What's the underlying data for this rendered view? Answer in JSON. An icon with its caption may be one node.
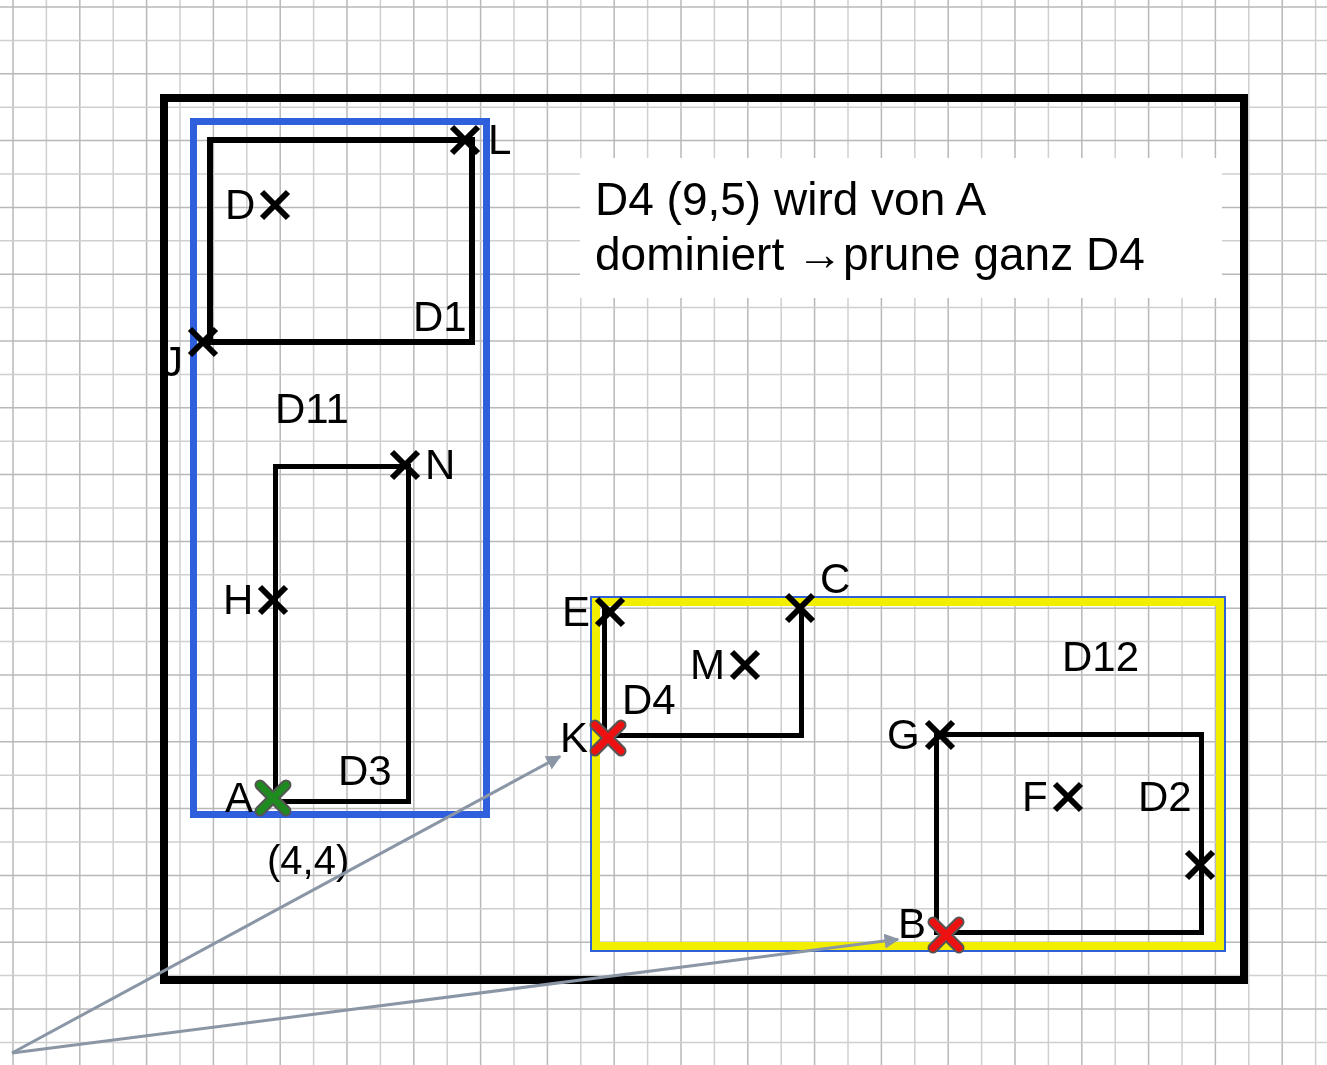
{
  "diagram": {
    "nodes": [
      {
        "text": [],
        "shape": "box"
      },
      {
        "text": [
          "D11"
        ],
        "in": 0
      },
      {
        "text": [
          "D1"
        ],
        "in": 1
      },
      {
        "text": [
          "L"
        ],
        "in": 0
      },
      {
        "text": [
          "D"
        ],
        "in": 2
      },
      {
        "text": [
          "J"
        ],
        "in": 0
      },
      {
        "text": [
          "D3"
        ],
        "in": 1
      },
      {
        "text": [
          "N"
        ],
        "in": 1
      },
      {
        "text": [
          "H"
        ],
        "in": 1
      },
      {
        "text": [
          "A"
        ],
        "in": 1,
        "beside": [
          "(4,4)"
        ]
      },
      {
        "text": [
          "D4 (9,5) wird von A dominiert →prune ganz D4"
        ],
        "in": 0
      },
      {
        "text": [
          "D12"
        ],
        "in": 0
      },
      {
        "text": [
          "D4"
        ],
        "in": 11
      },
      {
        "text": [
          "E"
        ],
        "in": 0
      },
      {
        "text": [
          "C"
        ],
        "in": 0
      },
      {
        "text": [
          "M"
        ],
        "in": 12
      },
      {
        "text": [
          "K"
        ],
        "in": 0
      },
      {
        "text": [
          "D2"
        ],
        "in": 11
      },
      {
        "text": [
          "G"
        ],
        "in": 11
      },
      {
        "text": [
          "F"
        ],
        "in": 17
      },
      {
        "text": [
          "B"
        ],
        "in": 11
      }
    ],
    "edges": [
      {
        "from": null,
        "to": 16,
        "arrow": "to"
      },
      {
        "from": null,
        "to": 20,
        "arrow": "to"
      }
    ]
  }
}
